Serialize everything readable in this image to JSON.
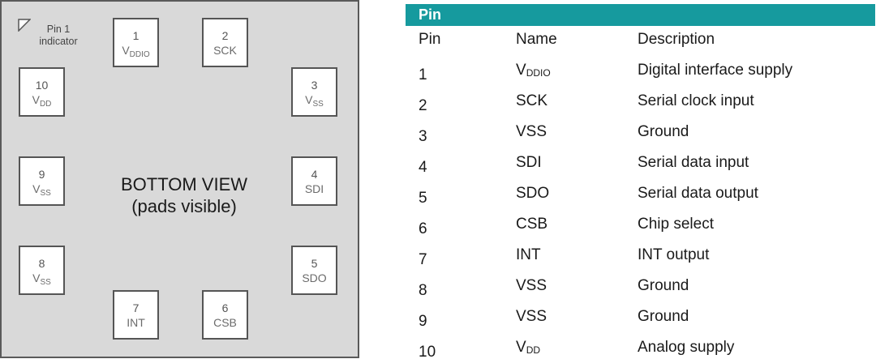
{
  "diagram": {
    "pin1_indicator_label_line1": "Pin 1",
    "pin1_indicator_label_line2": "indicator",
    "center_label_line1": "BOTTOM VIEW",
    "center_label_line2": "(pads visible)",
    "pads": [
      {
        "num": "1",
        "base": "V",
        "sub": "DDIO",
        "text": ""
      },
      {
        "num": "2",
        "base": "",
        "sub": "",
        "text": "SCK"
      },
      {
        "num": "3",
        "base": "V",
        "sub": "SS",
        "text": ""
      },
      {
        "num": "4",
        "base": "",
        "sub": "",
        "text": "SDI"
      },
      {
        "num": "5",
        "base": "",
        "sub": "",
        "text": "SDO"
      },
      {
        "num": "6",
        "base": "",
        "sub": "",
        "text": "CSB"
      },
      {
        "num": "7",
        "base": "",
        "sub": "",
        "text": "INT"
      },
      {
        "num": "8",
        "base": "V",
        "sub": "SS",
        "text": ""
      },
      {
        "num": "9",
        "base": "V",
        "sub": "SS",
        "text": ""
      },
      {
        "num": "10",
        "base": "V",
        "sub": "DD",
        "text": ""
      }
    ],
    "colors": {
      "package_fill": "#d9d9d9",
      "pad_fill": "#ffffff",
      "outline": "#555555"
    }
  },
  "table": {
    "title": "Pin",
    "header_color": "#169a9e",
    "columns": [
      "Pin",
      "Name",
      "Description"
    ],
    "rows": [
      {
        "pin": "1",
        "name_base": "V",
        "name_sub": "DDIO",
        "name": "",
        "description": "Digital interface supply"
      },
      {
        "pin": "2",
        "name_base": "",
        "name_sub": "",
        "name": "SCK",
        "description": "Serial clock input"
      },
      {
        "pin": "3",
        "name_base": "",
        "name_sub": "",
        "name": "VSS",
        "description": "Ground"
      },
      {
        "pin": "4",
        "name_base": "",
        "name_sub": "",
        "name": "SDI",
        "description": "Serial data input"
      },
      {
        "pin": "5",
        "name_base": "",
        "name_sub": "",
        "name": "SDO",
        "description": "Serial data output"
      },
      {
        "pin": "6",
        "name_base": "",
        "name_sub": "",
        "name": "CSB",
        "description": "Chip select"
      },
      {
        "pin": "7",
        "name_base": "",
        "name_sub": "",
        "name": "INT",
        "description": "INT output"
      },
      {
        "pin": "8",
        "name_base": "",
        "name_sub": "",
        "name": "VSS",
        "description": "Ground"
      },
      {
        "pin": "9",
        "name_base": "",
        "name_sub": "",
        "name": "VSS",
        "description": "Ground"
      },
      {
        "pin": "10",
        "name_base": "V",
        "name_sub": "DD",
        "name": "",
        "description": "Analog supply"
      }
    ]
  }
}
